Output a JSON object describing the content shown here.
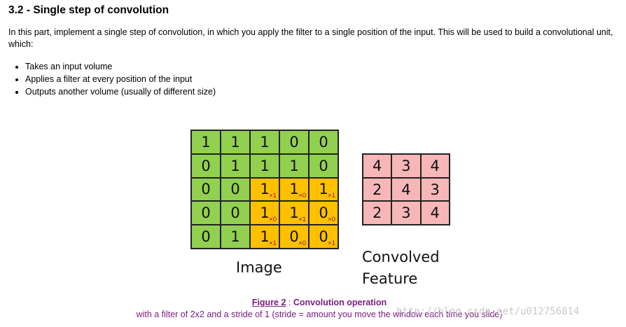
{
  "section": {
    "title": "3.2 - Single step of convolution"
  },
  "intro": "In this part, implement a single step of convolution, in which you apply the filter to a single position of the input. This will be used to build a convolutional unit, which:",
  "bullets": [
    "Takes an input volume",
    "Applies a filter at every position of the input",
    "Outputs another volume (usually of different size)"
  ],
  "figure": {
    "image_label": "Image",
    "feature_label_line1": "Convolved",
    "feature_label_line2": "Feature",
    "image_grid": [
      [
        {
          "v": "1",
          "w": "",
          "c": "green"
        },
        {
          "v": "1",
          "w": "",
          "c": "green"
        },
        {
          "v": "1",
          "w": "",
          "c": "green"
        },
        {
          "v": "0",
          "w": "",
          "c": "green"
        },
        {
          "v": "0",
          "w": "",
          "c": "green"
        }
      ],
      [
        {
          "v": "0",
          "w": "",
          "c": "green"
        },
        {
          "v": "1",
          "w": "",
          "c": "green"
        },
        {
          "v": "1",
          "w": "",
          "c": "green"
        },
        {
          "v": "1",
          "w": "",
          "c": "green"
        },
        {
          "v": "0",
          "w": "",
          "c": "green"
        }
      ],
      [
        {
          "v": "0",
          "w": "",
          "c": "green"
        },
        {
          "v": "0",
          "w": "",
          "c": "green"
        },
        {
          "v": "1",
          "w": "×1",
          "c": "orange"
        },
        {
          "v": "1",
          "w": "×0",
          "c": "orange"
        },
        {
          "v": "1",
          "w": "×1",
          "c": "orange"
        }
      ],
      [
        {
          "v": "0",
          "w": "",
          "c": "green"
        },
        {
          "v": "0",
          "w": "",
          "c": "green"
        },
        {
          "v": "1",
          "w": "×0",
          "c": "orange"
        },
        {
          "v": "1",
          "w": "×1",
          "c": "orange"
        },
        {
          "v": "0",
          "w": "×0",
          "c": "orange"
        }
      ],
      [
        {
          "v": "0",
          "w": "",
          "c": "green"
        },
        {
          "v": "1",
          "w": "",
          "c": "green"
        },
        {
          "v": "1",
          "w": "×1",
          "c": "orange"
        },
        {
          "v": "0",
          "w": "×0",
          "c": "orange"
        },
        {
          "v": "0",
          "w": "×1",
          "c": "orange"
        }
      ]
    ],
    "feature_grid": [
      [
        "4",
        "3",
        "4"
      ],
      [
        "2",
        "4",
        "3"
      ],
      [
        "2",
        "3",
        "4"
      ]
    ],
    "caption_link": "Figure 2",
    "caption_sep": " : ",
    "caption_title": "Convolution operation",
    "caption_sub": "with a filter of 2x2 and a stride of 1 (stride = amount you move the window each time you slide)"
  },
  "watermark": "http://blog.csdn.net/u012756814"
}
